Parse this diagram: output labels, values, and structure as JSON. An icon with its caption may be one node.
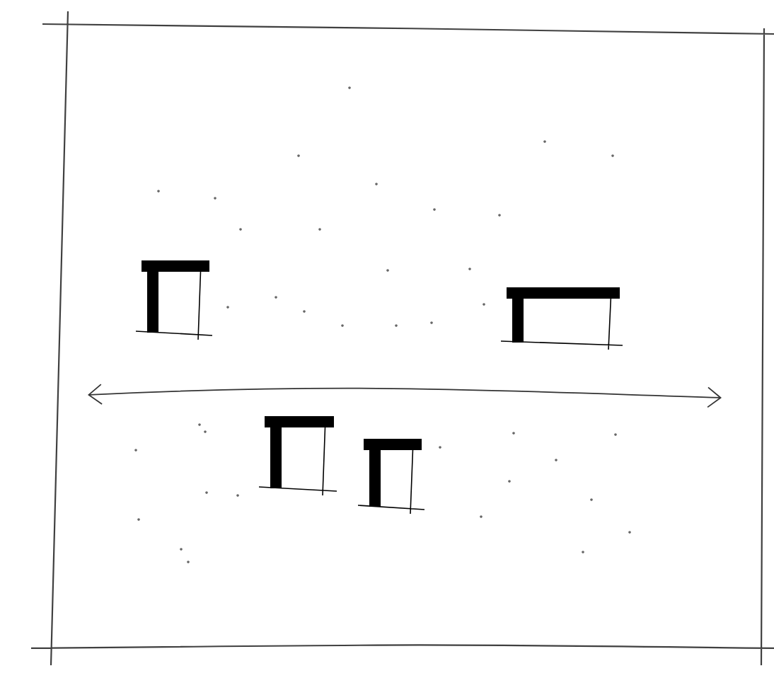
{
  "diagram": {
    "nodes": [
      {
        "text": [],
        "shape": "box"
      },
      {
        "text": [],
        "shape": "picture",
        "in": 0
      },
      {
        "text": [],
        "shape": "picture",
        "in": 0
      },
      {
        "text": [],
        "shape": "picture",
        "in": 0
      },
      {
        "text": [],
        "shape": "picture",
        "in": 0
      }
    ]
  }
}
